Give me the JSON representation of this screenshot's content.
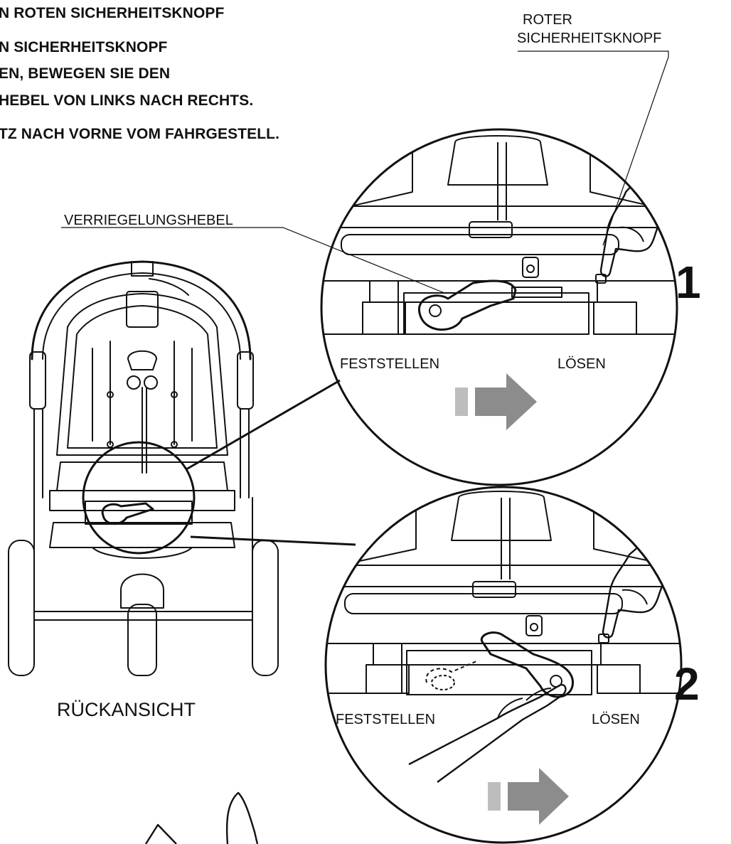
{
  "instructions": {
    "line1": "N ROTEN SICHERHEITSKNOPF",
    "line2": "N SICHERHEITSKNOPF",
    "line3": "EN, BEWEGEN SIE DEN",
    "line4": "HEBEL VON LINKS NACH RECHTS.",
    "line5": "TZ NACH VORNE VOM FAHRGESTELL."
  },
  "callouts": {
    "red_button_line1": "ROTER",
    "red_button_line2": "SICHERHEITSKNOPF",
    "locking_lever": "VERRIEGELUNGSHEBEL",
    "rear_view": "RÜCKANSICHT"
  },
  "steps": [
    {
      "number": "1",
      "lock_label": "FESTSTELLEN",
      "release_label": "LÖSEN"
    },
    {
      "number": "2",
      "lock_label": "FESTSTELLEN",
      "release_label": "LÖSEN"
    }
  ],
  "colors": {
    "line": "#111111",
    "arrow": "#8c8c8c",
    "arrow_light": "#bdbdbd",
    "background": "#ffffff"
  }
}
